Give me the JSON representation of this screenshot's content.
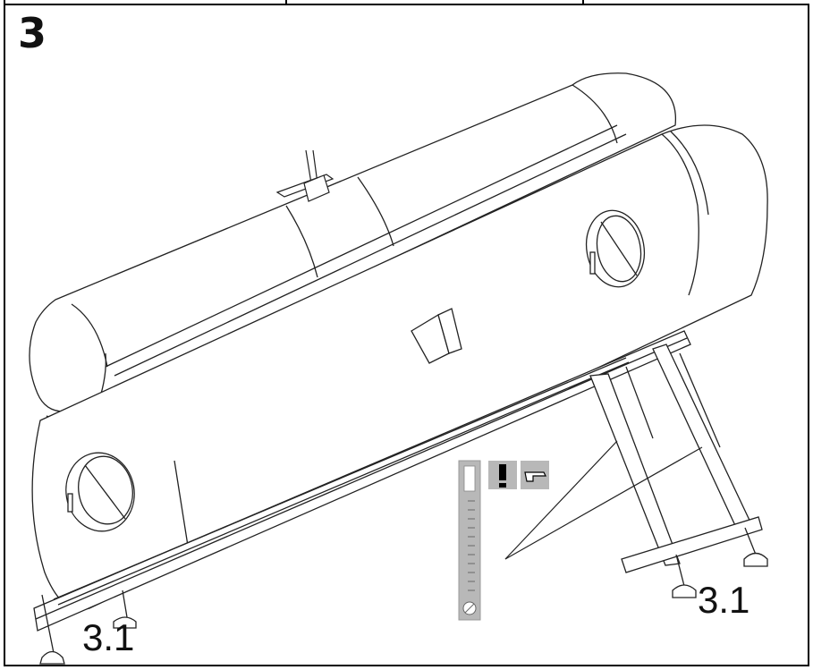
{
  "step_number": "3",
  "callouts": {
    "left_foot": "3.1",
    "right_foot": "3.1"
  },
  "icons": [
    "level-icon",
    "warning-icon",
    "pointing-hand-icon"
  ],
  "colors": {
    "line": "#222222",
    "border": "#000000",
    "icon_gray": "#b8b8b8"
  }
}
